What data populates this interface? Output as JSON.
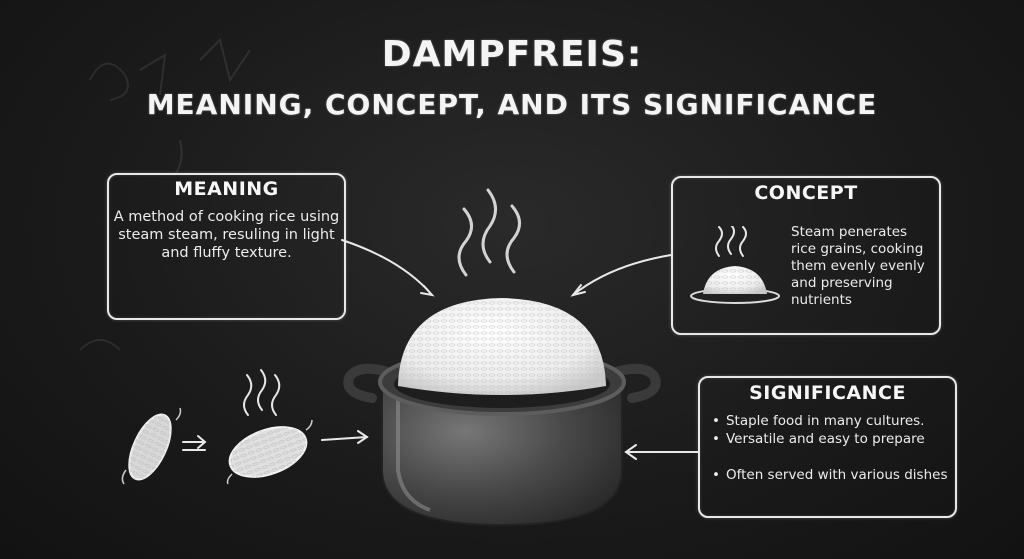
{
  "title": {
    "line1": "DAMPFREIS:",
    "line2": "MEANING, CONCEPT, AND ITS SIGNIFICANCE"
  },
  "meaning": {
    "heading": "MEANING",
    "text": "A method of cooking rice using steam steam, resuling in light and fluffy texture."
  },
  "concept": {
    "heading": "CONCEPT",
    "text": "Steam penerates rice grains, cooking them evenly evenly and preserving nutrients"
  },
  "significance": {
    "heading": "SIGNIFICANCE",
    "items": [
      "Staple food in many cultures.",
      "Versatile and easy to prepare",
      "Often served with various dishes"
    ]
  },
  "illustrations": {
    "main": "cooking-pot-with-steamed-rice",
    "process": "raw-rice-to-steamed-rice",
    "background": "chalkboard"
  },
  "colors": {
    "chalkboard": "#1b1b1b",
    "chalk": "#f2f2f2",
    "pot": "#4a4a4a"
  }
}
